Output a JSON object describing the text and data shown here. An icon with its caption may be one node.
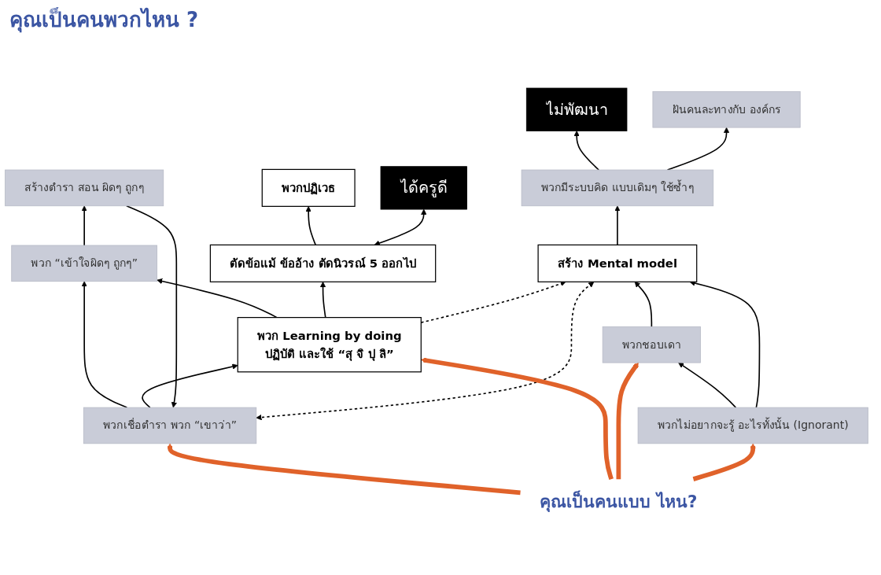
{
  "diagram": {
    "title": "คุณเป็นคนพวกไหน ?",
    "nodes": [
      {
        "text": [
          "พวก “เข้าใจผิดๆ ถูกๆ”"
        ]
      },
      {
        "text": [
          "พวกปฏิเวธ"
        ]
      },
      {
        "text": [
          "ตัดข้อแม้ ข้ออ้าง ตัดนิวรณ์ 5 ออกไป"
        ]
      },
      {
        "text": [
          "ได้ครูดี"
        ]
      },
      {
        "text": [
          "สร้างตำรา สอน ผิดๆ ถูกๆ"
        ]
      },
      {
        "text": [
          "พวก Learning by doing",
          "ปฏิบัติ  และใช้ “สุ จิ ปุ  ลิ”"
        ]
      },
      {
        "text": [
          "ไม่พัฒนา"
        ]
      },
      {
        "text": [
          "พวกเชื่อตำรา พวก “เขาว่า”"
        ]
      },
      {
        "text": [
          "สร้าง Mental model"
        ]
      },
      {
        "text": [
          "พวกมีระบบคิด แบบเดิมๆ ใช้ซ้ำๆ"
        ]
      },
      {
        "text": [
          "พวกชอบเดา"
        ]
      },
      {
        "text": [
          "ฝันคนละทางกับ องค์กร"
        ]
      },
      {
        "text": [
          "พวกไม่อยากจะรู้ อะไรทั้งนั้น (Ignorant)"
        ]
      },
      {
        "text": [
          "คุณเป็นคนแบบ ไหน?"
        ]
      }
    ],
    "edges": [
      {
        "from": 0,
        "to": 4,
        "arrow": "to"
      },
      {
        "from": 4,
        "to": 7,
        "arrow": "to"
      },
      {
        "from": 7,
        "to": 0,
        "arrow": "to"
      },
      {
        "from": 7,
        "to": 5,
        "arrow": "to"
      },
      {
        "from": 5,
        "to": 0,
        "arrow": "to"
      },
      {
        "from": 5,
        "to": 2,
        "arrow": "to"
      },
      {
        "from": 2,
        "to": 1,
        "arrow": "to"
      },
      {
        "from": 2,
        "to": 3,
        "arrow": "both"
      },
      {
        "from": 5,
        "to": 8,
        "arrow": "to",
        "style": "dashed"
      },
      {
        "from": 7,
        "to": 8,
        "arrow": "both",
        "style": "dashed"
      },
      {
        "from": 8,
        "to": 9,
        "arrow": "to"
      },
      {
        "from": 9,
        "to": 6,
        "arrow": "to"
      },
      {
        "from": 9,
        "to": 11,
        "arrow": "to"
      },
      {
        "from": 10,
        "to": 8,
        "arrow": "to"
      },
      {
        "from": 12,
        "to": 10,
        "arrow": "to"
      },
      {
        "from": 12,
        "to": 8,
        "arrow": "to"
      },
      {
        "from": 13,
        "to": 7,
        "arrow": "to",
        "style": "thick",
        "color": "#e0622a"
      },
      {
        "from": 13,
        "to": 5,
        "arrow": "to",
        "style": "thick",
        "color": "#e0622a"
      },
      {
        "from": 13,
        "to": 10,
        "arrow": "to",
        "style": "thick",
        "color": "#e0622a"
      },
      {
        "from": 13,
        "to": 12,
        "arrow": "to",
        "style": "thick",
        "color": "#e0622a"
      }
    ]
  }
}
